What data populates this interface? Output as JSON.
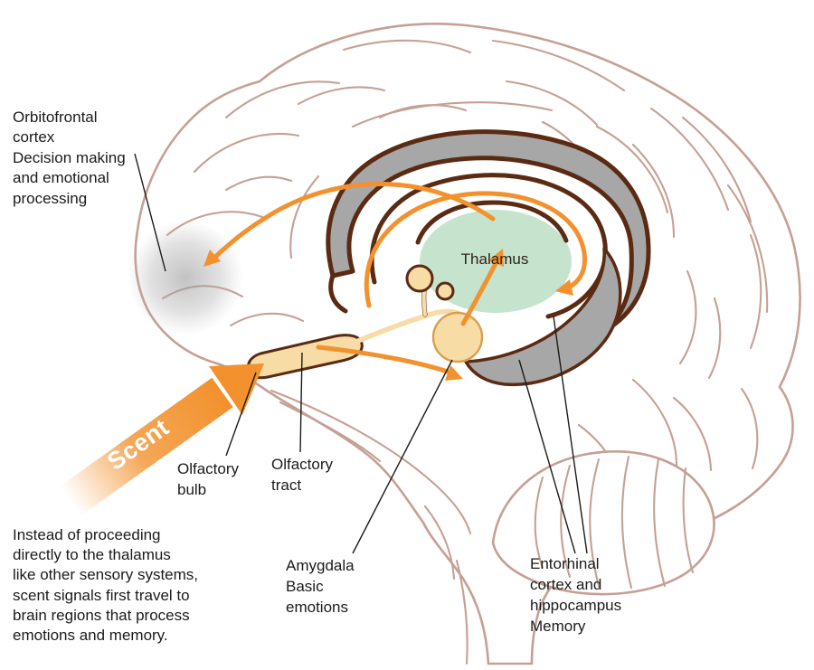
{
  "colors": {
    "brain_line": "#c5a095",
    "limbic_stroke": "#5a2a12",
    "limbic_gray": "#a7a7a7",
    "thalamus_green": "#c5e3cd",
    "cream": "#f8dca6",
    "orange": "#f2912d",
    "ofc_gray": "#9e9e9e",
    "text": "#1b1b1b"
  },
  "scent_arrow": {
    "label": "Scent"
  },
  "labels": {
    "thalamus": {
      "text": "Thalamus"
    },
    "orbitofrontal": {
      "lines": [
        "Orbitofrontal",
        "cortex",
        "Decision making",
        "and emotional",
        "processing"
      ]
    },
    "olfactory_bulb": {
      "lines": [
        "Olfactory",
        "bulb"
      ]
    },
    "olfactory_tract": {
      "lines": [
        "Olfactory",
        "tract"
      ]
    },
    "amygdala": {
      "lines": [
        "Amygdala",
        "Basic",
        "emotions"
      ]
    },
    "entorhinal": {
      "lines": [
        "Entorhinal",
        "cortex and",
        "hippocampus",
        "Memory"
      ]
    }
  },
  "caption": {
    "lines": [
      "Instead of proceeding",
      "directly to the thalamus",
      "like other sensory systems,",
      "scent signals first travel to",
      "brain regions that process",
      "emotions and memory."
    ]
  }
}
